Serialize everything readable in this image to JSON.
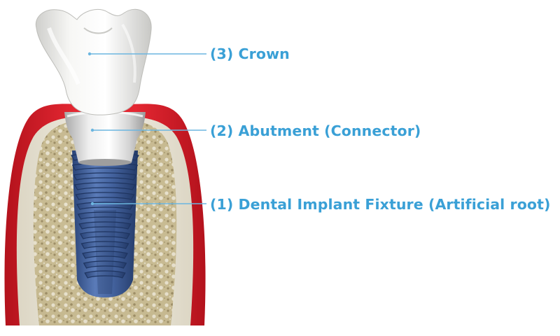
{
  "colors": {
    "label_text": "#3aa0d6",
    "leader_line": "#6cb6e0",
    "gum": "#d9202c",
    "gum_edge": "#a51620",
    "bone_cortex": "#ece8dc",
    "bone_spongy": "#c9bc98",
    "implant": "#3f5f99",
    "implant_dark": "#243c6b",
    "abutment": "#d6d6d6",
    "crown": "#f2f2f0"
  },
  "callouts": {
    "crown": {
      "label": "(3) Crown"
    },
    "abutment": {
      "label": "(2) Abutment (Connector)"
    },
    "fixture": {
      "label": "(1) Dental Implant Fixture (Artificial root)"
    }
  }
}
